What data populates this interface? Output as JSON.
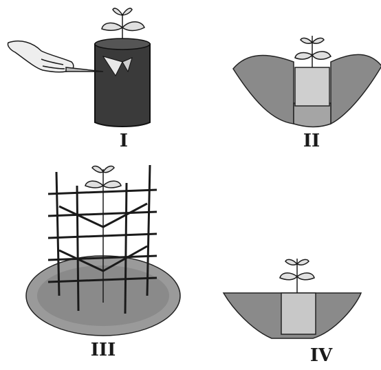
{
  "panels": [
    {
      "step": "I"
    },
    {
      "step": "II"
    },
    {
      "step": "III"
    },
    {
      "step": "IV"
    }
  ],
  "colors": {
    "ink": "#1a1a1a",
    "soil": "#9a9a9a",
    "soil_dark": "#6e6e6e",
    "pot": "#3a3a3a",
    "leaf": "#d8d8d8"
  }
}
